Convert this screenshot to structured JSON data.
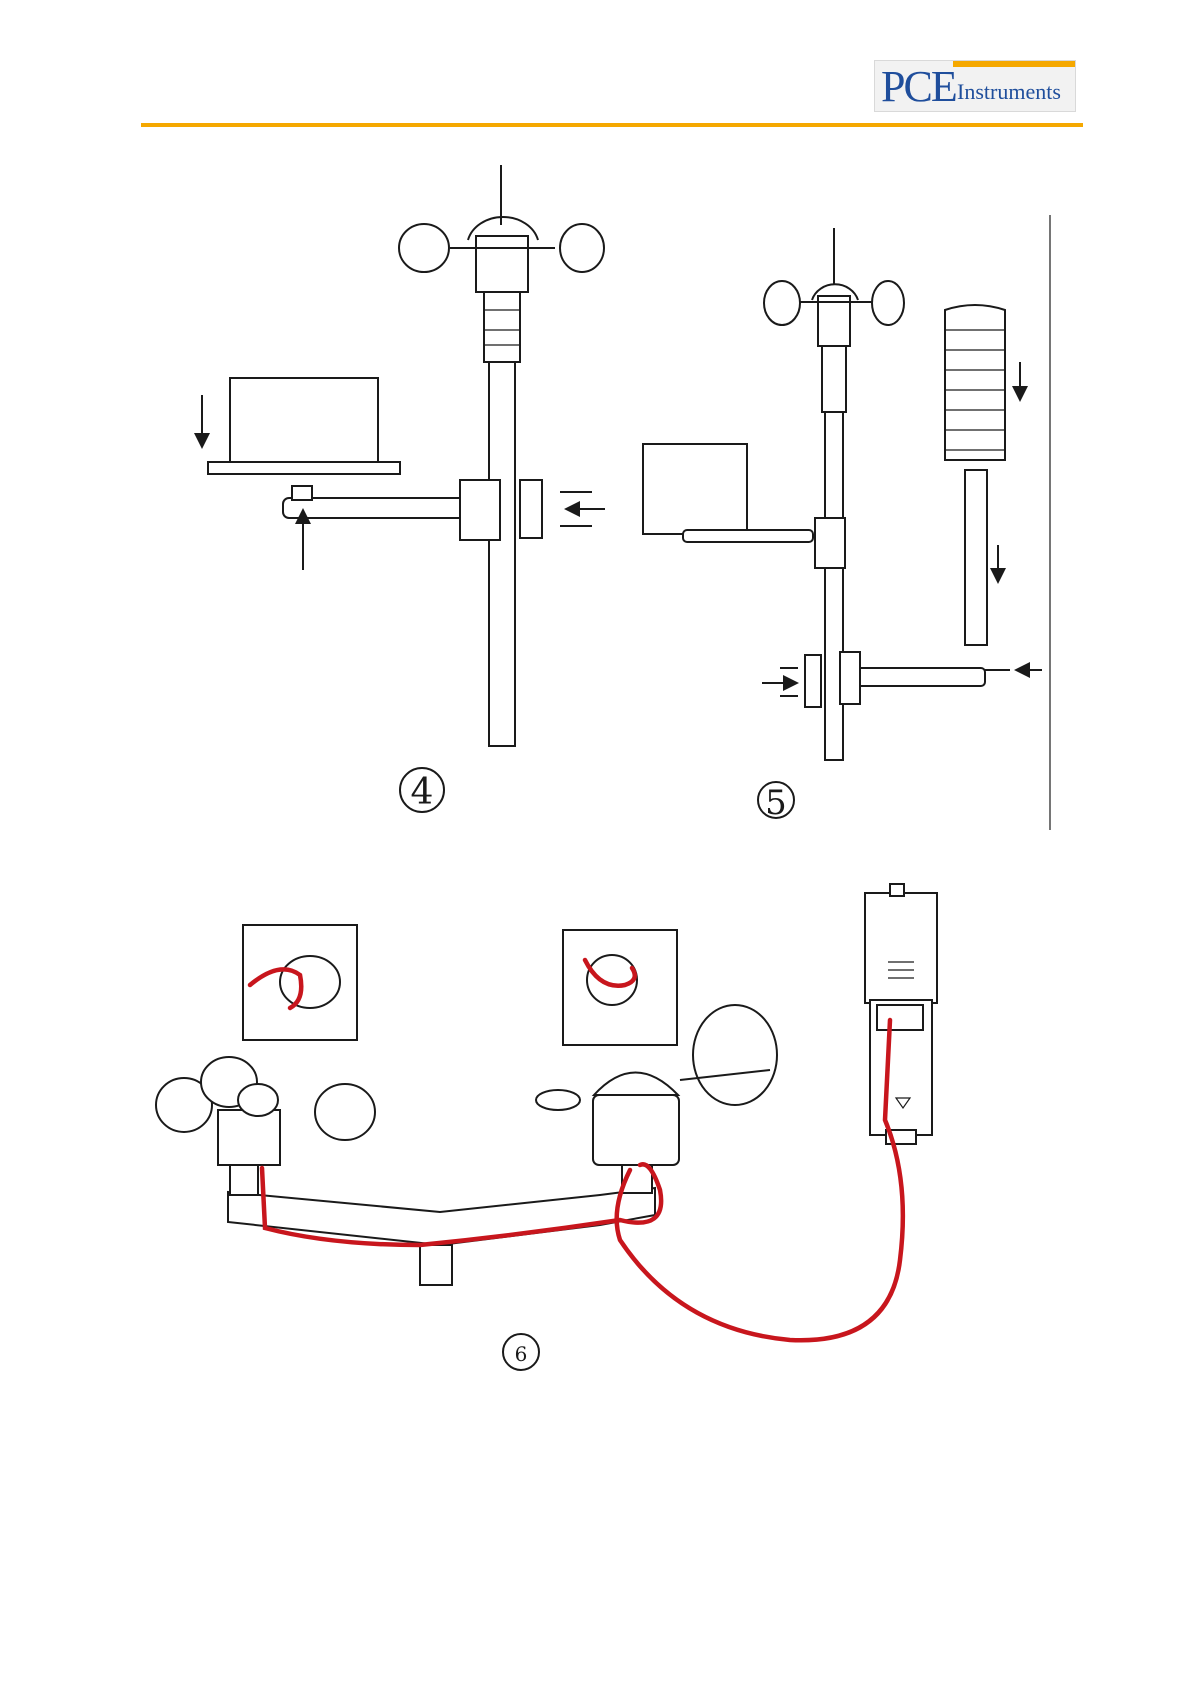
{
  "header": {
    "logo_brand": "PCE",
    "logo_word": "Instruments",
    "colors": {
      "accent": "#f5a800",
      "brand_blue": "#1f4e9c",
      "cable_red": "#c8161d"
    }
  },
  "figures": [
    {
      "id": "step-4",
      "label": "4"
    },
    {
      "id": "step-5",
      "label": "5"
    },
    {
      "id": "step-6",
      "label": "6"
    }
  ]
}
